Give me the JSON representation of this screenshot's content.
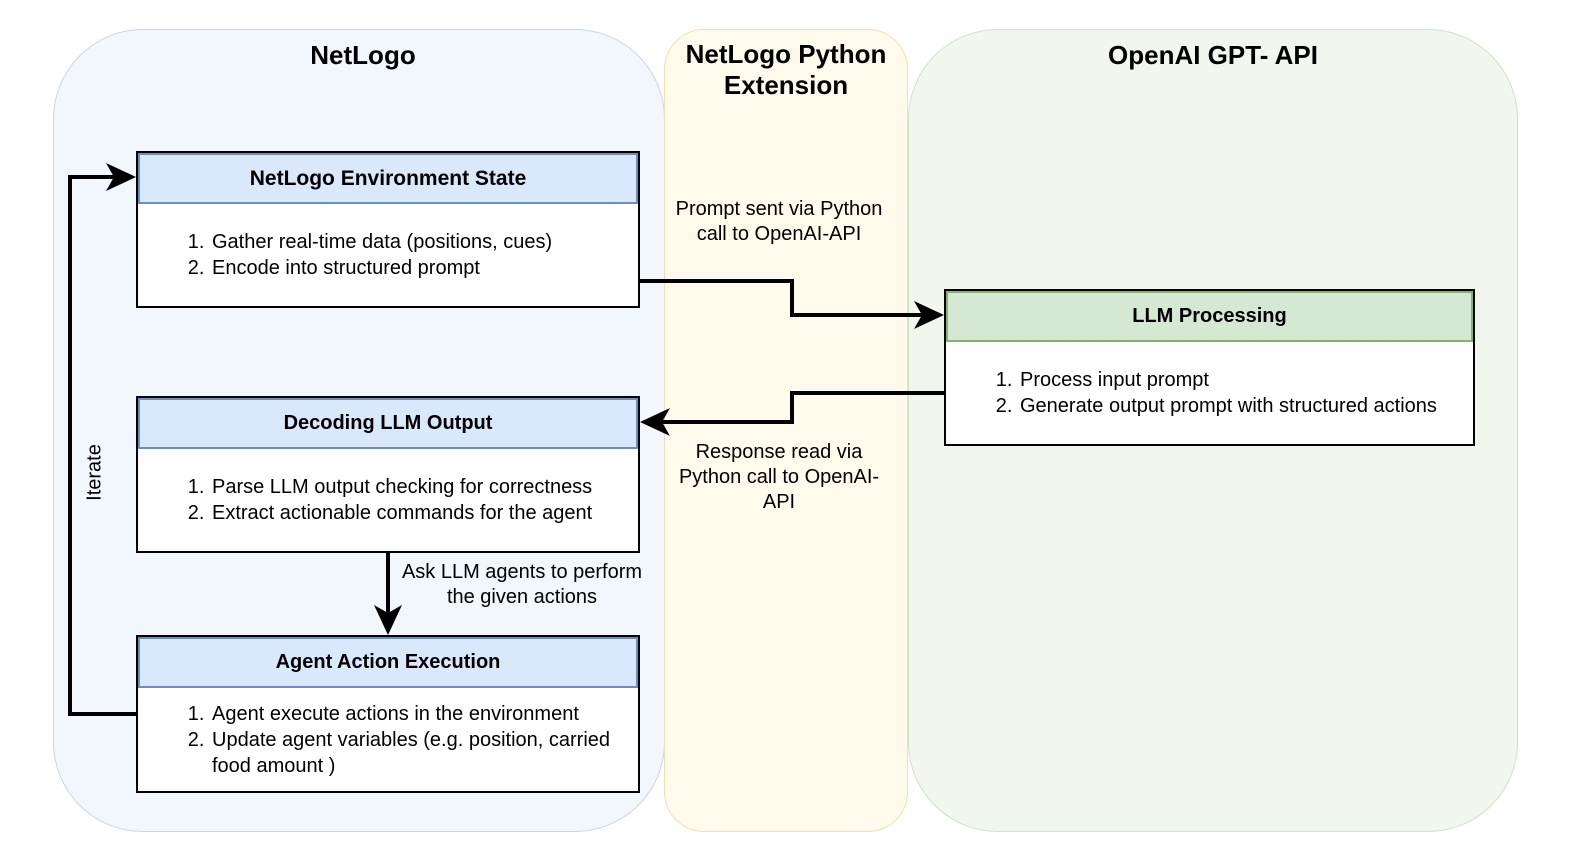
{
  "lanes": {
    "netlogo": "NetLogo",
    "extension": "NetLogo Python Extension",
    "openai": "OpenAI GPT- API"
  },
  "boxes": {
    "env_state": {
      "title": "NetLogo Environment State",
      "items": [
        "Gather real-time data (positions, cues)",
        "Encode into structured prompt"
      ]
    },
    "decoding": {
      "title": "Decoding LLM Output",
      "items": [
        "Parse LLM output checking for correctness",
        "Extract actionable commands for the agent"
      ]
    },
    "agent_action": {
      "title": "Agent Action Execution",
      "items": [
        "Agent execute actions in the environment",
        "Update agent variables (e.g. position, carried food amount )"
      ]
    },
    "llm_processing": {
      "title": "LLM Processing",
      "items": [
        "Process input prompt",
        "Generate output prompt with structured actions"
      ]
    }
  },
  "labels": {
    "prompt_sent": "Prompt sent via Python call to OpenAI-API",
    "response_read": "Response read via Python call to OpenAI-API",
    "ask_agents": "Ask LLM agents to perform the given actions",
    "iterate": "Iterate"
  },
  "colors": {
    "netlogo_lane": "#f2f6fd",
    "extension_lane": "#fffaeb",
    "openai_lane": "#f1f7ef",
    "blue_header": "#dae8fc",
    "green_header": "#d5e8d4"
  }
}
